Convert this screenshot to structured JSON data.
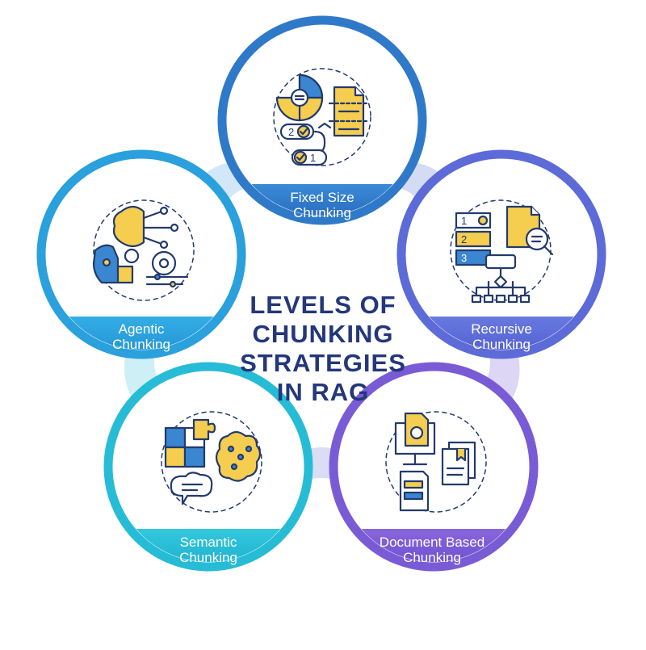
{
  "title": {
    "lines": [
      "LEVELS OF",
      "CHUNKING",
      "STRATEGIES",
      "IN RAG"
    ]
  },
  "nodes": {
    "fixed_size": {
      "lines": [
        "Fixed Size",
        "Chunking"
      ],
      "color": "#2f79c9",
      "icon": "pie-document-steps-icon"
    },
    "agentic": {
      "lines": [
        "Agentic",
        "Chunking"
      ],
      "color": "#2aa0dd",
      "icon": "brain-robot-gear-icon"
    },
    "recursive": {
      "lines": [
        "Recursive",
        "Chunking"
      ],
      "color": "#5c6bd8",
      "icon": "numbered-list-hierarchy-icon"
    },
    "semantic": {
      "lines": [
        "Semantic",
        "Chunking"
      ],
      "color": "#27bcd6",
      "icon": "puzzle-brain-chat-icon"
    },
    "document": {
      "lines": [
        "Document Based",
        "Chunking"
      ],
      "color": "#7a5bd6",
      "icon": "monitor-documents-icon"
    }
  },
  "palette": {
    "title": "#23377a",
    "yellow": "#f5cd4f",
    "stroke": "#233a6d",
    "connector": "#cfe6f7"
  }
}
